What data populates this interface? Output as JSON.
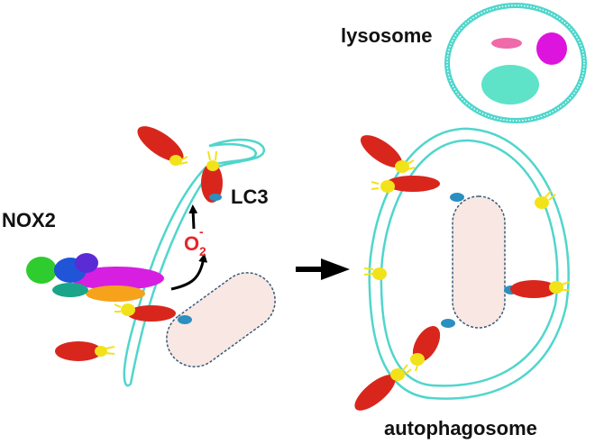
{
  "labels": {
    "lysosome": "lysosome",
    "nox2": "NOX2",
    "lc3": "LC3",
    "superoxide_base": "O",
    "superoxide_sub": "2",
    "superoxide_sup": "-",
    "autophagosome": "autophagosome"
  },
  "colors": {
    "membrane": "#4fd6cc",
    "lc3_red": "#d9261c",
    "lc3_yellow": "#f2e21a",
    "connector_blue": "#2a8fc1",
    "bacterium_fill": "#f8e7e2",
    "bacterium_edge": "#3a5a78",
    "nox_green": "#2ecc2e",
    "nox_blue": "#1f55d6",
    "nox_purple": "#5b2bd6",
    "nox_magenta": "#d61fe0",
    "nox_teal": "#1aa58a",
    "nox_orange": "#f7a21b",
    "lyso_pink": "#ee6aa8",
    "lyso_magenta": "#dd14dd",
    "lyso_teal": "#5ee3c8",
    "superoxide_red": "#e8242b"
  },
  "icons": [
    "reaction-arrow",
    "process-arrow"
  ]
}
